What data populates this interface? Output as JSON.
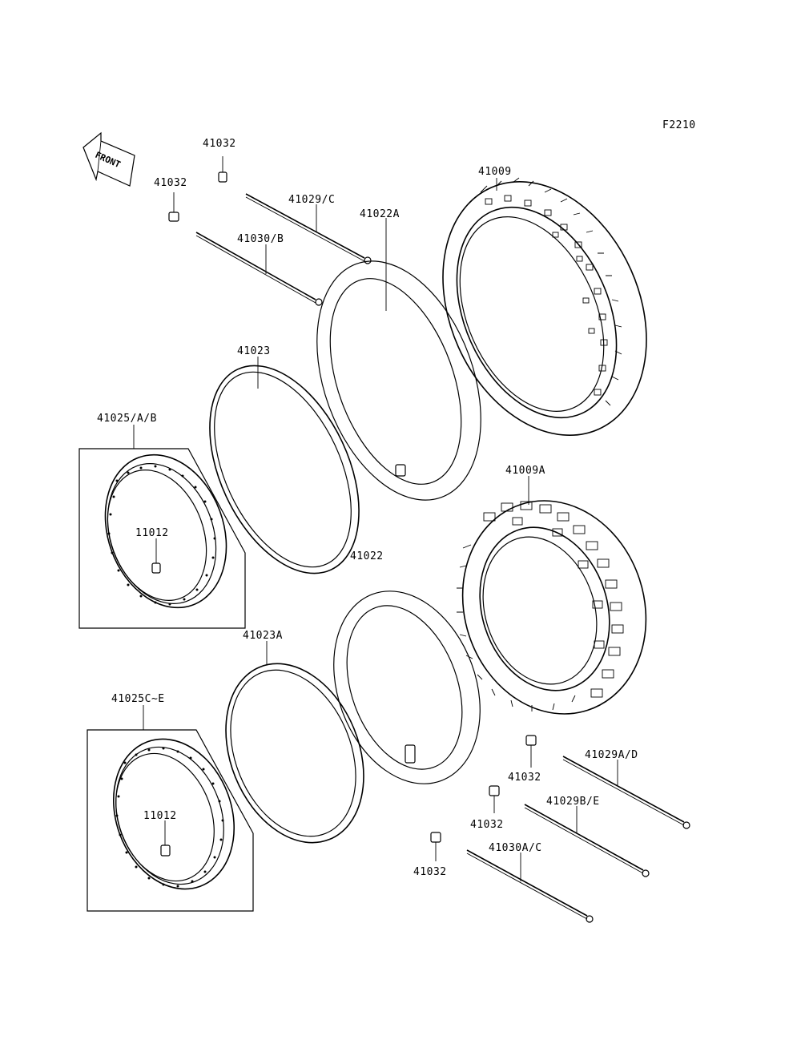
{
  "figure_code": "F2210",
  "front_arrow_text": "FRONT",
  "labels": {
    "l_41032_top": "41032",
    "l_41032_left": "41032",
    "l_41029_c": "41029/C",
    "l_41030_b": "41030/B",
    "l_41009": "41009",
    "l_41022a": "41022A",
    "l_41023": "41023",
    "l_41025_ab": "41025/A/B",
    "l_11012_upper": "11012",
    "l_41022": "41022",
    "l_41009a": "41009A",
    "l_41023a": "41023A",
    "l_41025_ce": "41025C~E",
    "l_11012_lower": "11012",
    "l_41032_r1": "41032",
    "l_41029_ad": "41029A/D",
    "l_41032_r2": "41032",
    "l_41029_be": "41029B/E",
    "l_41032_r3": "41032",
    "l_41030_ac": "41030A/C"
  }
}
